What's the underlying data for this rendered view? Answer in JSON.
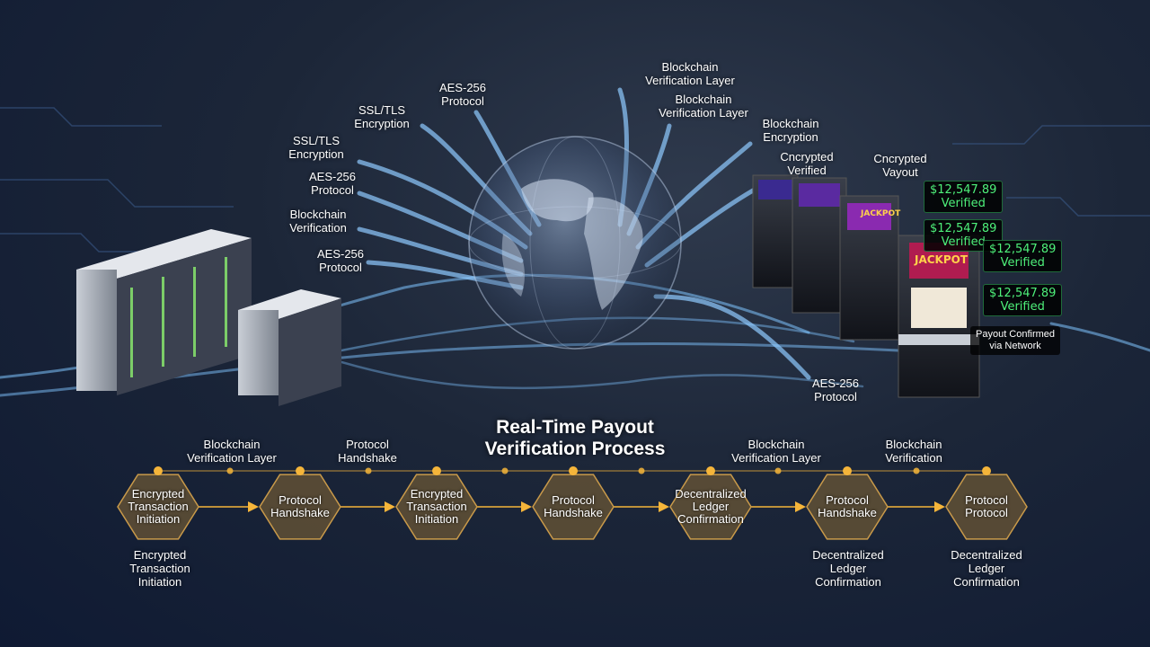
{
  "title": {
    "line1": "Real-Time Payout",
    "line2": "Verification Process"
  },
  "arrow_labels": [
    {
      "line1": "Blockchain",
      "line2": "Verification Layer"
    },
    {
      "line1": "Blockchain",
      "line2": "Verification Layer"
    },
    {
      "line1": "AES-256",
      "line2": "Protocol"
    },
    {
      "line1": "SSL/TLS",
      "line2": "Encryption"
    },
    {
      "line1": "SSL/TLS",
      "line2": "Encryption"
    },
    {
      "line1": "Blockchain",
      "line2": "Encryption"
    },
    {
      "line1": "AES-256",
      "line2": "Protocol"
    },
    {
      "line1": "Cncrypted",
      "line2": "Verified"
    },
    {
      "line1": "Cncrypted",
      "line2": "Vayout"
    },
    {
      "line1": "Blockchain",
      "line2": "Verification"
    },
    {
      "line1": "AES-256",
      "line2": "Protocol"
    },
    {
      "line1": "AES-256",
      "line2": "Protocol"
    }
  ],
  "payouts": [
    {
      "amount": "$12,547.89",
      "status": "Verified"
    },
    {
      "amount": "$12,547.89",
      "status": "Verified"
    },
    {
      "amount": "$12,547.89",
      "status": "Verified"
    },
    {
      "amount": "$12,547.89",
      "status": "Verified"
    }
  ],
  "confirmation": {
    "line1": "Payout Confirmed",
    "line2": "via Network"
  },
  "slot_sign": "JACKPOT",
  "process_steps": [
    {
      "l1": "Encrypted",
      "l2": "Transaction",
      "l3": "Initiation"
    },
    {
      "l1": "Protocol",
      "l2": "Handshake",
      "l3": ""
    },
    {
      "l1": "Encrypted",
      "l2": "Transaction",
      "l3": "Initiation"
    },
    {
      "l1": "Protocol",
      "l2": "Handshake",
      "l3": ""
    },
    {
      "l1": "Decentralized",
      "l2": "Ledger",
      "l3": "Confirmation"
    },
    {
      "l1": "Protocol",
      "l2": "Handshake",
      "l3": ""
    },
    {
      "l1": "Protocol",
      "l2": "Protocol",
      "l3": ""
    }
  ],
  "top_step_labels": [
    {
      "line1": "Blockchain",
      "line2": "Verification Layer"
    },
    {
      "line1": "Protocol",
      "line2": "Handshake"
    },
    {
      "line1": "Blockchain",
      "line2": "Verification Layer"
    },
    {
      "line1": "Blockchain",
      "line2": "Verification"
    }
  ],
  "bottom_step_labels": [
    {
      "l1": "Encrypted",
      "l2": "Transaction",
      "l3": "Initiation"
    },
    {
      "l1": "Decentralized",
      "l2": "Ledger",
      "l3": "Confirmation"
    },
    {
      "l1": "Decentralized",
      "l2": "Ledger",
      "l3": "Confirmation"
    }
  ],
  "colors": {
    "accent": "#f5b53a",
    "payout_green": "#4ef07a",
    "fiber_blue": "#7fc4ff"
  }
}
